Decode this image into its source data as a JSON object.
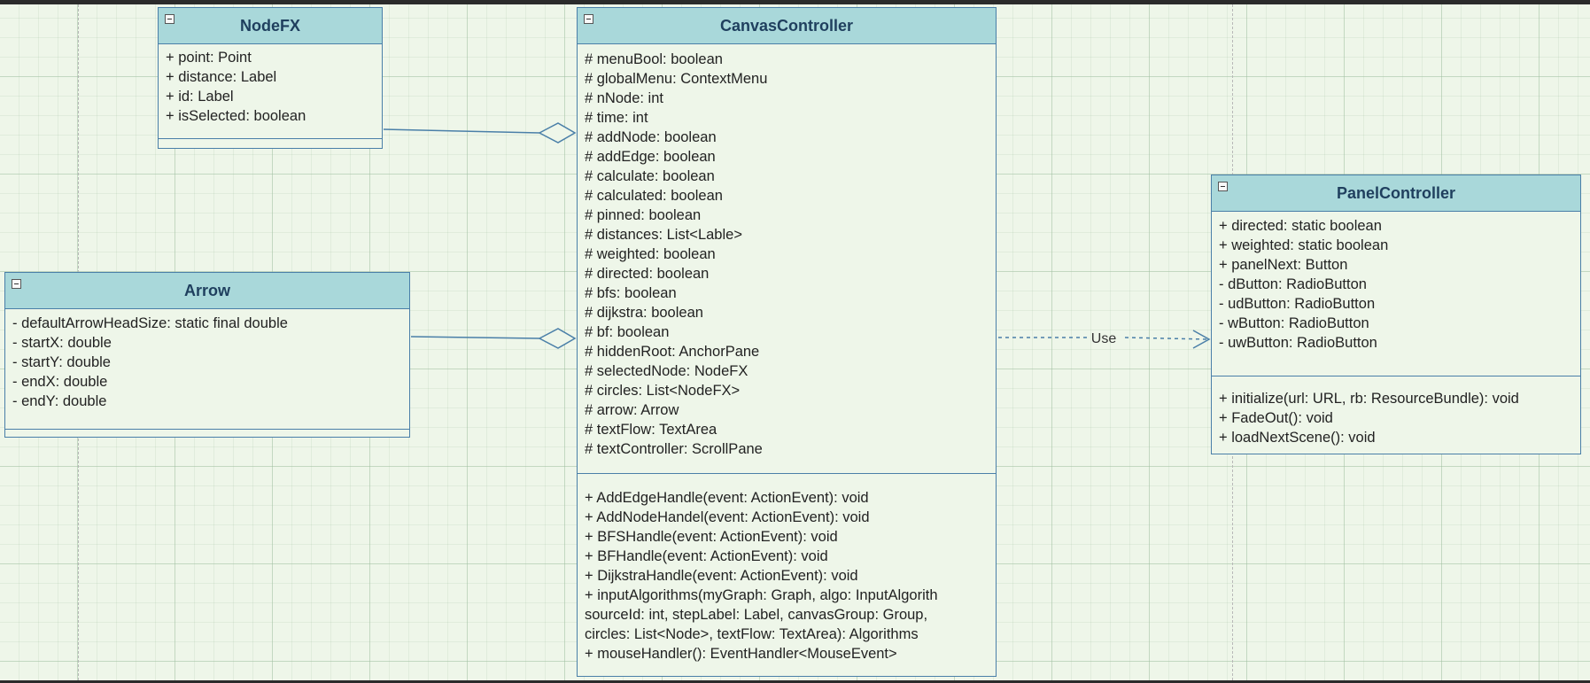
{
  "classes": {
    "nodefx": {
      "name": "NodeFX",
      "attributes": [
        "+ point: Point",
        "+ distance: Label",
        "+ id: Label",
        "+ isSelected: boolean"
      ],
      "methods": []
    },
    "arrow": {
      "name": "Arrow",
      "attributes": [
        "- defaultArrowHeadSize: static final double",
        "- startX: double",
        "- startY: double",
        "- endX: double",
        "- endY: double"
      ],
      "methods": []
    },
    "canvas": {
      "name": "CanvasController",
      "attributes": [
        "# menuBool: boolean",
        "# globalMenu: ContextMenu",
        "# nNode: int",
        "# time: int",
        "# addNode: boolean",
        "# addEdge: boolean",
        "# calculate: boolean",
        "# calculated: boolean",
        "# pinned: boolean",
        "# distances: List<Lable>",
        "# weighted: boolean",
        "# directed: boolean",
        "# bfs: boolean",
        "# dijkstra: boolean",
        "# bf: boolean",
        "# hiddenRoot: AnchorPane",
        "# selectedNode: NodeFX",
        "# circles: List<NodeFX>",
        "# arrow: Arrow",
        "# textFlow: TextArea",
        "# textController: ScrollPane"
      ],
      "methods": [
        "+ AddEdgeHandle(event: ActionEvent): void",
        "+ AddNodeHandel(event: ActionEvent): void",
        "+ BFSHandle(event: ActionEvent): void",
        "+ BFHandle(event: ActionEvent): void",
        "+ DijkstraHandle(event: ActionEvent): void",
        "+ inputAlgorithms(myGraph: Graph, algo: InputAlgorith",
        "sourceId: int, stepLabel: Label, canvasGroup: Group,",
        "circles: List<Node>, textFlow: TextArea): Algorithms",
        "+ mouseHandler(): EventHandler<MouseEvent>"
      ]
    },
    "panel": {
      "name": "PanelController",
      "attributes": [
        "+ directed: static boolean",
        "+ weighted: static boolean",
        "+ panelNext: Button",
        "- dButton: RadioButton",
        "- udButton: RadioButton",
        "- wButton: RadioButton",
        "- uwButton: RadioButton"
      ],
      "methods": [
        "+ initialize(url: URL, rb: ResourceBundle): void",
        "+ FadeOut(): void",
        "+ loadNextScene(): void"
      ]
    }
  },
  "relations": [
    {
      "type": "aggregation",
      "from": "NodeFX",
      "to": "CanvasController"
    },
    {
      "type": "aggregation",
      "from": "Arrow",
      "to": "CanvasController"
    },
    {
      "type": "dependency",
      "from": "CanvasController",
      "to": "PanelController",
      "label": "Use"
    }
  ],
  "colors": {
    "header": "#a9d8da",
    "border": "#4a7fa8",
    "background": "#eef6e9",
    "title": "#1f3f5e"
  },
  "icons": {
    "collapse": "minus-box-icon"
  }
}
